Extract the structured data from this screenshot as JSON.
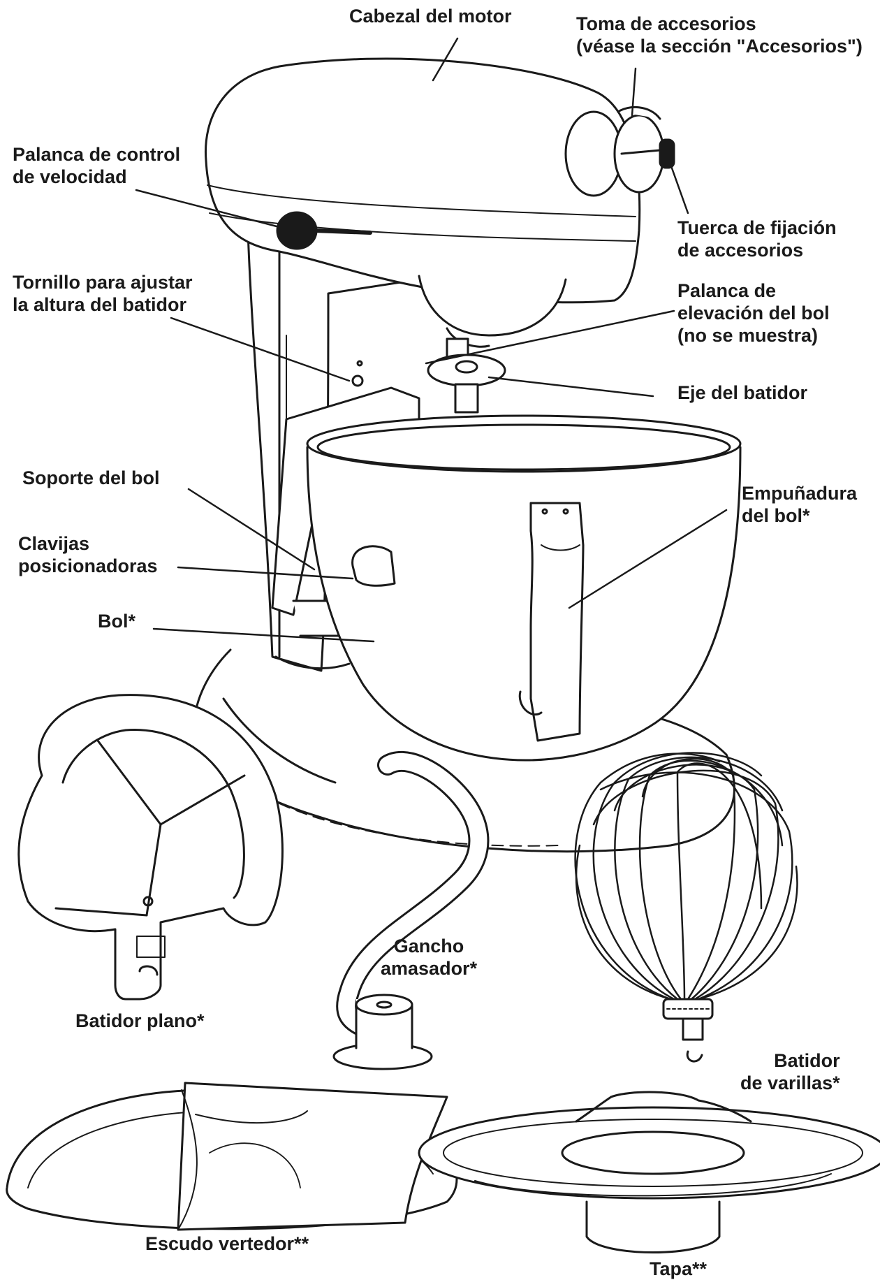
{
  "labels": {
    "motor_head": "Cabezal del motor",
    "attachment_hub": [
      "Toma de accesorios",
      "(véase la sección \"Accesorios\")"
    ],
    "speed_lever": [
      "Palanca de control",
      "de velocidad"
    ],
    "hub_knob": [
      "Tuerca de fijación",
      "de accesorios"
    ],
    "height_screw": [
      "Tornillo para ajustar",
      "la altura del batidor"
    ],
    "bowl_lift": [
      "Palanca de",
      "elevación del bol",
      "(no se muestra)"
    ],
    "beater_shaft": "Eje del batidor",
    "bowl_support": "Soporte del bol",
    "bowl_handle": [
      "Empuñadura",
      "del bol*"
    ],
    "locating_pins": [
      "Clavijas",
      "posicionadoras"
    ],
    "bowl": "Bol*",
    "dough_hook": [
      "Gancho",
      "amasador*"
    ],
    "flat_beater": "Batidor plano*",
    "wire_whip": [
      "Batidor",
      "de varillas*"
    ],
    "pouring_shield": "Escudo vertedor**",
    "lid": "Tapa**"
  },
  "colors": {
    "ink": "#1a1a1a",
    "background": "#ffffff"
  }
}
